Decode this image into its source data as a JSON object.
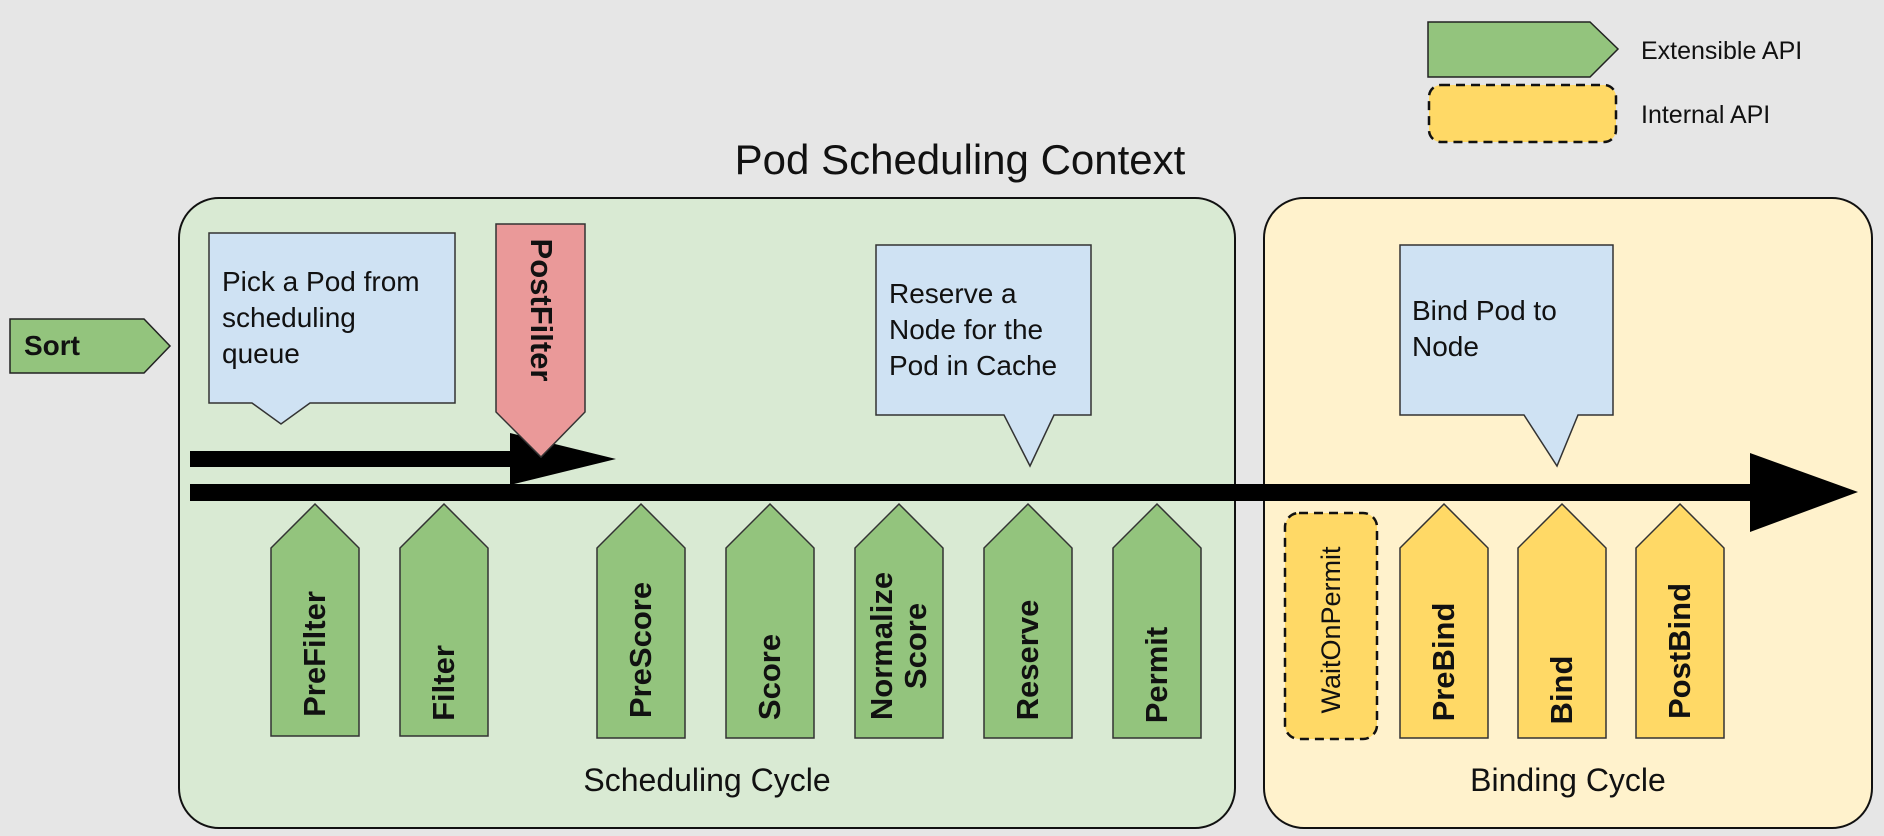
{
  "title": "Pod Scheduling Context",
  "legend": [
    {
      "label": "Extensible API",
      "style": "solid",
      "color": "#93c47d"
    },
    {
      "label": "Internal API",
      "style": "dashed",
      "color": "#ffd966"
    }
  ],
  "sort": {
    "label": "Sort"
  },
  "scheduling_cycle": {
    "label": "Scheduling Cycle",
    "background": "#d9ead3",
    "callouts": [
      {
        "text_lines": [
          "Pick a Pod from",
          "scheduling",
          "queue"
        ]
      },
      {
        "text_lines": [
          "Reserve a",
          "Node for the",
          "Pod in Cache"
        ]
      }
    ],
    "post_filter": {
      "label": "PostFilter",
      "color": "#ea9999"
    },
    "extension_points": [
      {
        "label": "PreFilter"
      },
      {
        "label": "Filter"
      },
      {
        "label": "PreScore"
      },
      {
        "label": "Score"
      },
      {
        "label": "Normalize\nScore"
      },
      {
        "label": "Reserve"
      },
      {
        "label": "Permit"
      }
    ]
  },
  "binding_cycle": {
    "label": "Binding Cycle",
    "background": "#fff2cc",
    "callout": {
      "text_lines": [
        "Bind Pod to",
        "Node"
      ]
    },
    "wait_on_permit": {
      "label": "WaitOnPermit"
    },
    "extension_points": [
      {
        "label": "PreBind"
      },
      {
        "label": "Bind"
      },
      {
        "label": "PostBind"
      }
    ]
  }
}
